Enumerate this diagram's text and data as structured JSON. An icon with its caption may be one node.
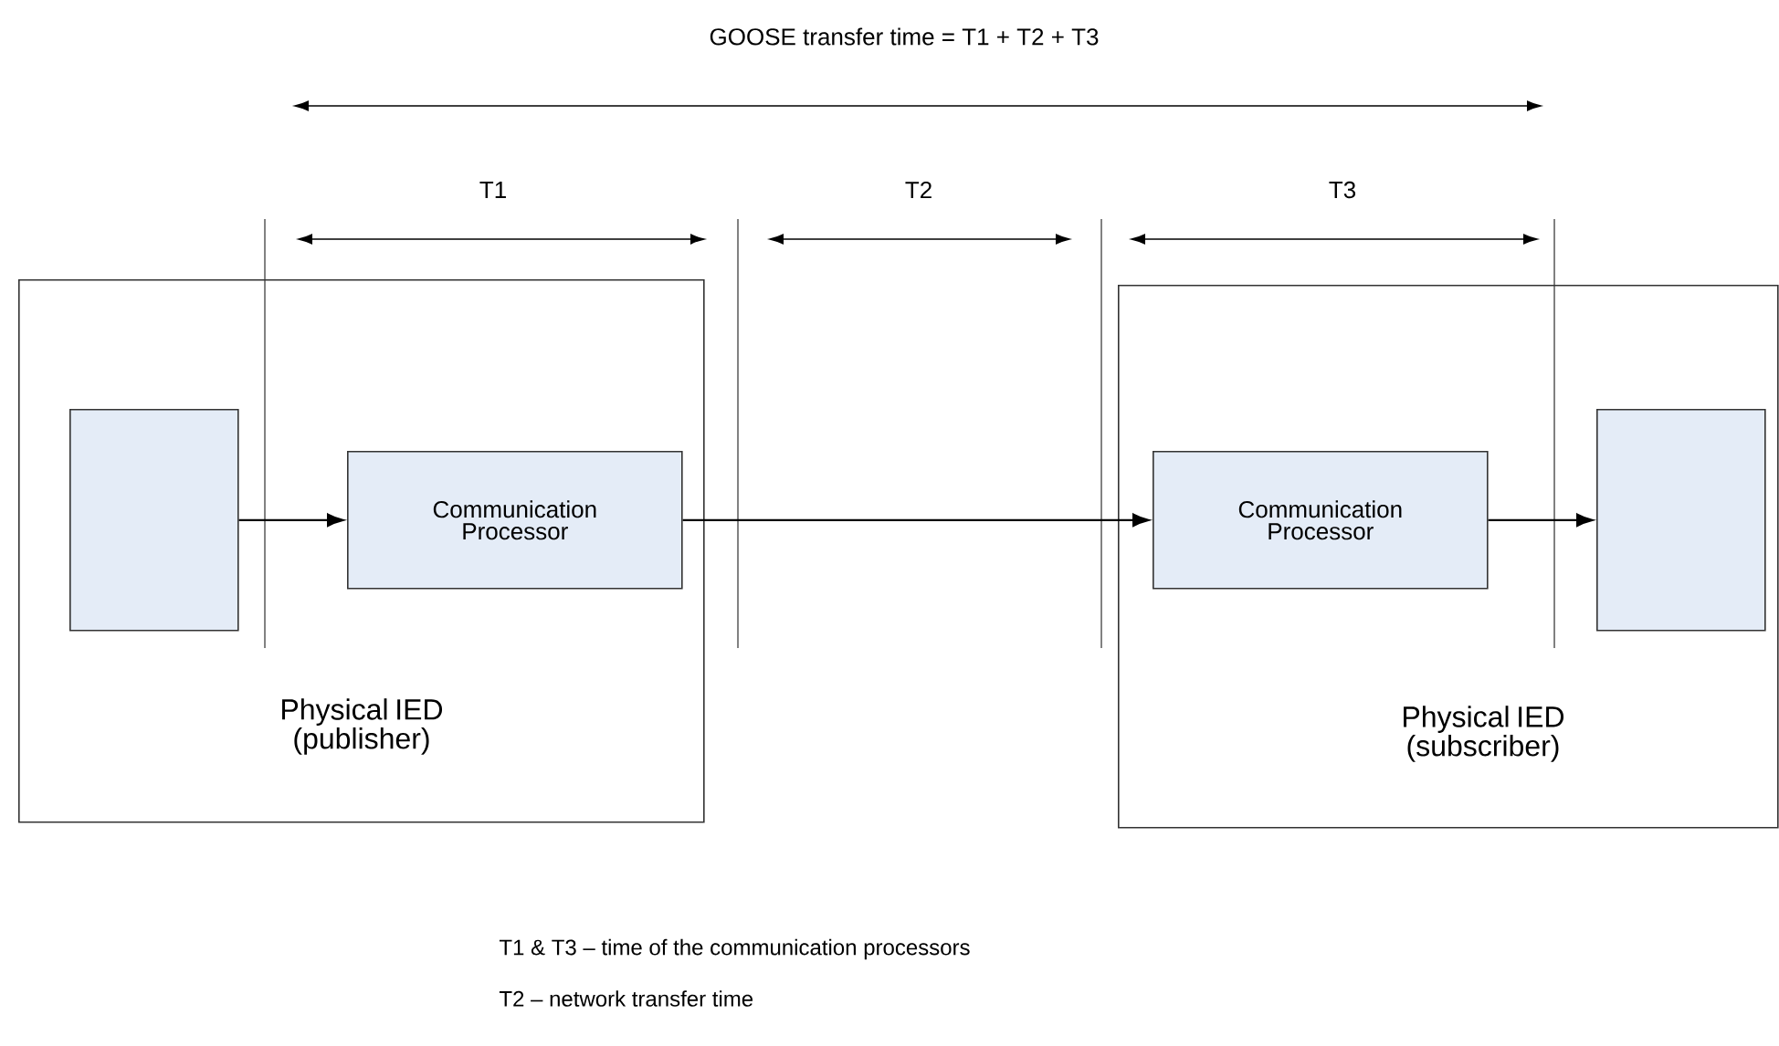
{
  "diagram": {
    "title": "GOOSE transfer time = T1 + T2 + T3",
    "nodes": [
      {
        "text": [
          "Physical IED (publisher)"
        ]
      },
      {
        "text": [],
        "shape": "box",
        "in": 0
      },
      {
        "text": [
          "Communication Processor"
        ],
        "in": 0
      },
      {
        "text": [
          "Physical IED (subscriber)"
        ]
      },
      {
        "text": [
          "Communication Processor"
        ],
        "in": 3
      },
      {
        "text": [],
        "shape": "box",
        "in": 3
      }
    ],
    "edges": [
      {
        "from": 1,
        "to": 2,
        "arrow": "to"
      },
      {
        "from": 2,
        "to": 4,
        "arrow": "to"
      },
      {
        "from": 4,
        "to": 5,
        "arrow": "to"
      }
    ],
    "labels": [
      "T1",
      "T2",
      "T3",
      "T1 & T3 – time of the communication processors",
      "T2 – network transfer time"
    ]
  }
}
